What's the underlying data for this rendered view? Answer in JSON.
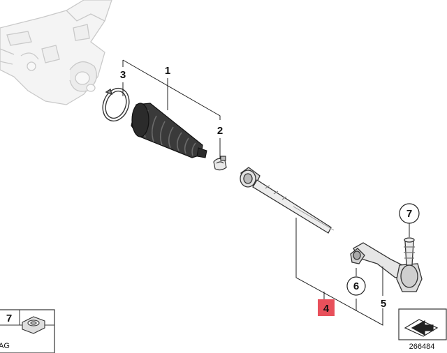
{
  "diagram": {
    "callouts": {
      "c1": "1",
      "c2": "2",
      "c3": "3",
      "c4": "4",
      "c5": "5",
      "c6": "6",
      "c7": "7"
    },
    "inset": {
      "number": "7",
      "partial_text": "AG"
    },
    "reference_number": "266484",
    "highlight_color": "#e8505b"
  }
}
